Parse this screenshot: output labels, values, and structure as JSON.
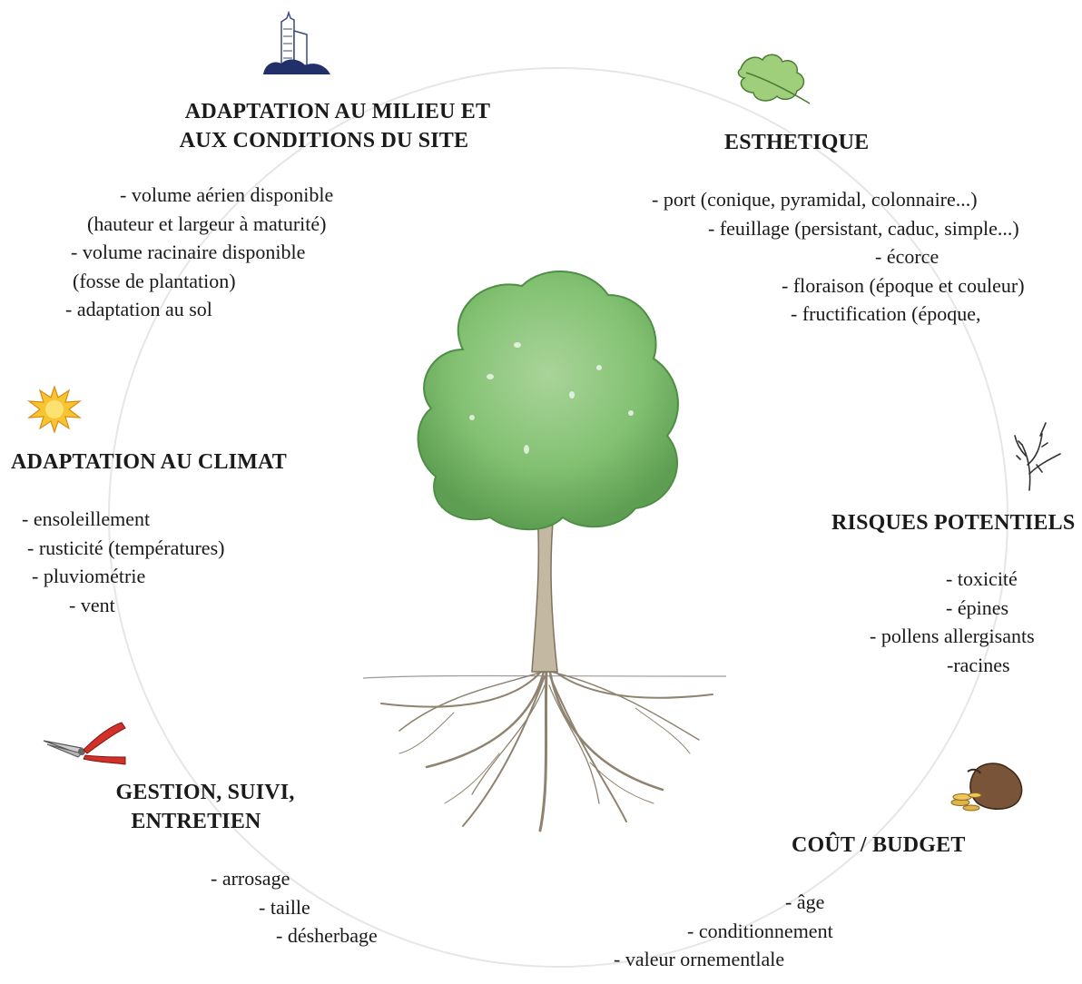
{
  "sections": {
    "milieu": {
      "title_lines": [
        "ADAPTATION AU MILIEU ET",
        "AUX CONDITIONS DU SITE"
      ],
      "items": [
        "- volume aérien disponible",
        "(hauteur et largeur à maturité)",
        "- volume racinaire disponible",
        "(fosse de plantation)",
        "- adaptation au sol"
      ],
      "icon": "city-buildings-icon"
    },
    "esthetique": {
      "title": "ESTHETIQUE",
      "items": [
        "- port (conique, pyramidal, colonnaire...)",
        "- feuillage (persistant, caduc, simple...)",
        "- écorce",
        "- floraison (époque et couleur)",
        "- fructification (époque,"
      ],
      "icon": "oak-leaf-icon"
    },
    "climat": {
      "title": "ADAPTATION AU CLIMAT",
      "items": [
        "- ensoleillement",
        "- rusticité (températures)",
        "- pluviométrie",
        "- vent"
      ],
      "icon": "sun-icon"
    },
    "risques": {
      "title": "RISQUES POTENTIELS",
      "items": [
        "- toxicité",
        "- épines",
        "- pollens allergisants",
        "-racines"
      ],
      "icon": "thorny-branch-icon"
    },
    "gestion": {
      "title_lines": [
        "GESTION, SUIVI,",
        "ENTRETIEN"
      ],
      "items": [
        "- arrosage",
        "- taille",
        "- désherbage"
      ],
      "icon": "pruning-shears-icon"
    },
    "cout": {
      "title": "COÛT / BUDGET",
      "items": [
        "- âge",
        "- conditionnement",
        "- valeur ornementlale"
      ],
      "icon": "money-bag-icon"
    }
  },
  "colors": {
    "foliage_light": "#a9d49a",
    "foliage": "#79b96a",
    "foliage_dark": "#4f8f45",
    "trunk": "#b7ab93",
    "roots": "#8f8370",
    "ring": "#e4e4e4",
    "text": "#1a1a1a"
  },
  "center_illustration": "tree-with-roots"
}
